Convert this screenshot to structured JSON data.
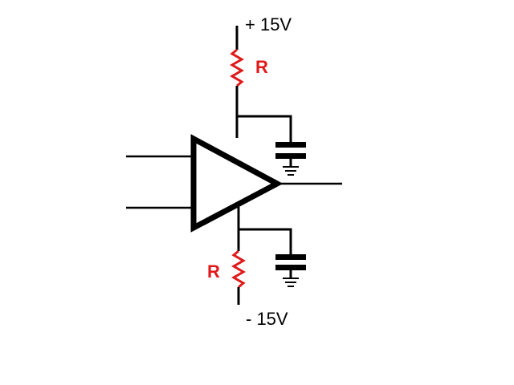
{
  "labels": {
    "positive_supply": "+ 15V",
    "negative_supply": "- 15V",
    "top_resistor": "R",
    "bottom_resistor": "R"
  },
  "colors": {
    "wire": "#000000",
    "resistor": "#e0191a",
    "background": "#ffffff"
  },
  "components": {
    "amplifier": "op-amp-triangle",
    "decoupling_capacitors": 2,
    "supply_resistors": 2,
    "ground_symbols": 2
  }
}
